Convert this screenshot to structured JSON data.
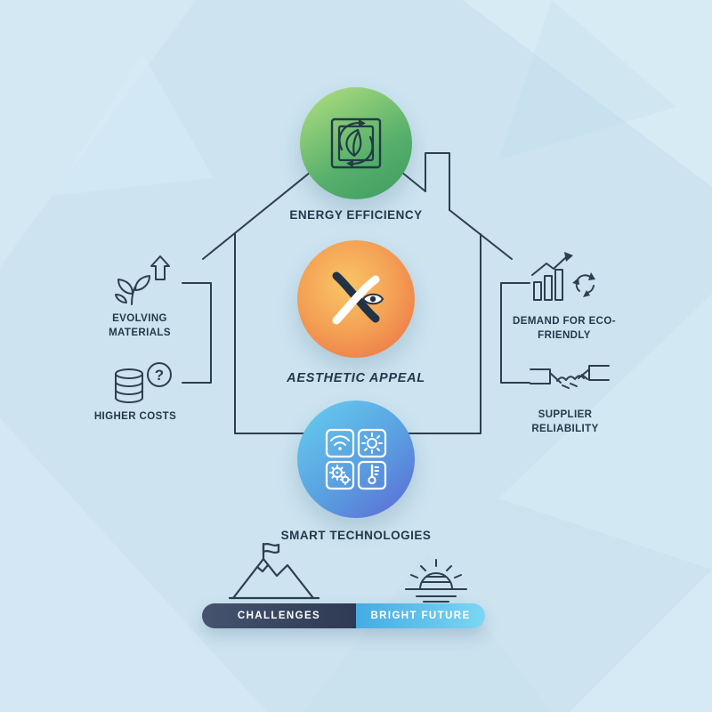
{
  "colors": {
    "background": "#cde4f0",
    "line": "#2d3e50",
    "text": "#24384c",
    "energy_green_light": "#a8da7e",
    "energy_green_dark": "#3f9e63",
    "aesthetic_orange_light": "#f9c566",
    "aesthetic_orange_dark": "#ea764b",
    "smart_cyan": "#64cbee",
    "smart_indigo": "#5b6ed6",
    "challenges_pill_dark": "#2e3a54",
    "bright_future_cyan": "#7cd6f3"
  },
  "nodes": {
    "energy": {
      "label": "ENERGY EFFICIENCY",
      "icon": "window-leaf-recycle-icon"
    },
    "aesthetic": {
      "label": "AESTHETIC APPEAL",
      "icon": "x-eye-logo"
    },
    "smart": {
      "label": "SMART TECHNOLOGIES",
      "icon": "smart-window-grid-icon"
    }
  },
  "left_items": [
    {
      "label": "EVOLVING MATERIALS",
      "icon": "sprout-growth-arrow-icon"
    },
    {
      "label": "HIGHER COSTS",
      "icon": "coins-question-icon"
    }
  ],
  "right_items": [
    {
      "label": "DEMAND FOR ECO-FRIENDLY",
      "icon": "growth-chart-recycle-icon"
    },
    {
      "label": "SUPPLIER RELIABILITY",
      "icon": "handshake-icon"
    }
  ],
  "footer": {
    "left": {
      "label": "CHALLENGES",
      "icon": "mountain-flag-icon"
    },
    "right": {
      "label": "BRIGHT FUTURE",
      "icon": "sunrise-icon"
    }
  },
  "icons": {
    "question_mark": "?"
  }
}
